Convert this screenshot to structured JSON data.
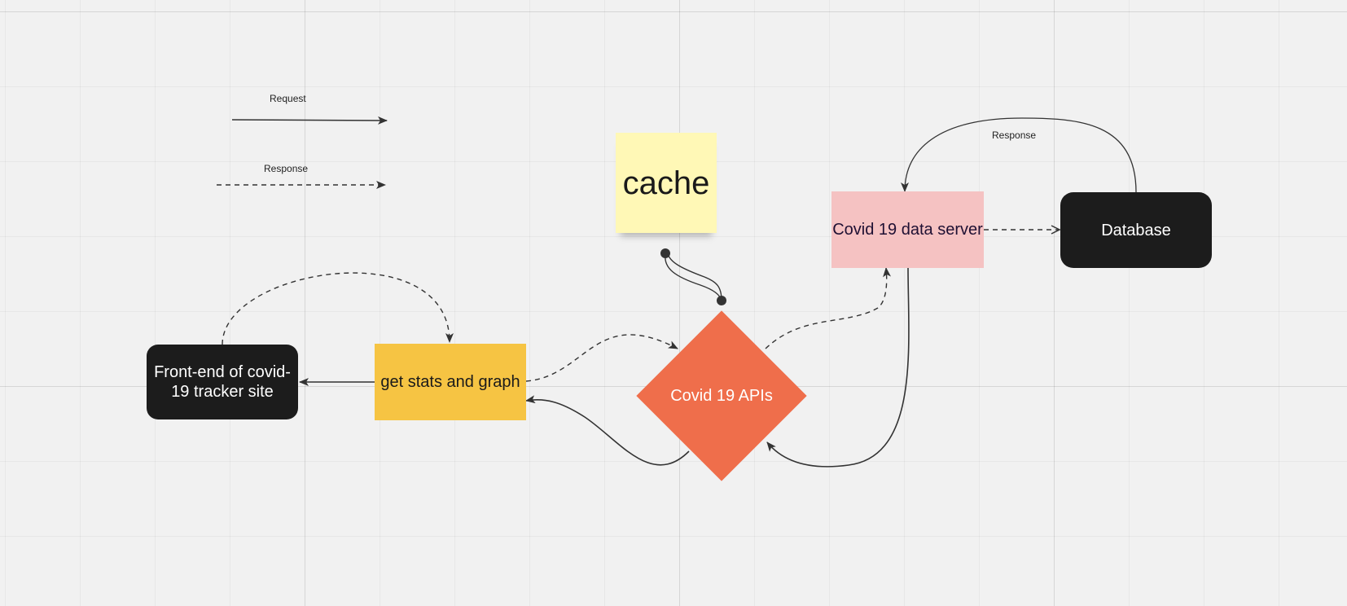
{
  "legend": {
    "request_label": "Request",
    "response_label": "Response"
  },
  "nodes": {
    "frontend": "Front-end of covid-19 tracker site",
    "stats": "get stats and graph",
    "apis": "Covid 19 APIs",
    "server": "Covid 19 data server",
    "database": "Database",
    "cache": "cache"
  },
  "edges": {
    "db_response_label": "Response"
  },
  "colors": {
    "canvas": "#f1f1f1",
    "dark_node": "#1c1c1c",
    "stats_node": "#f6c443",
    "apis_node": "#ef6e4b",
    "server_node": "#f5c2c2",
    "cache_note": "#fff8b6",
    "connector": "#333333"
  }
}
